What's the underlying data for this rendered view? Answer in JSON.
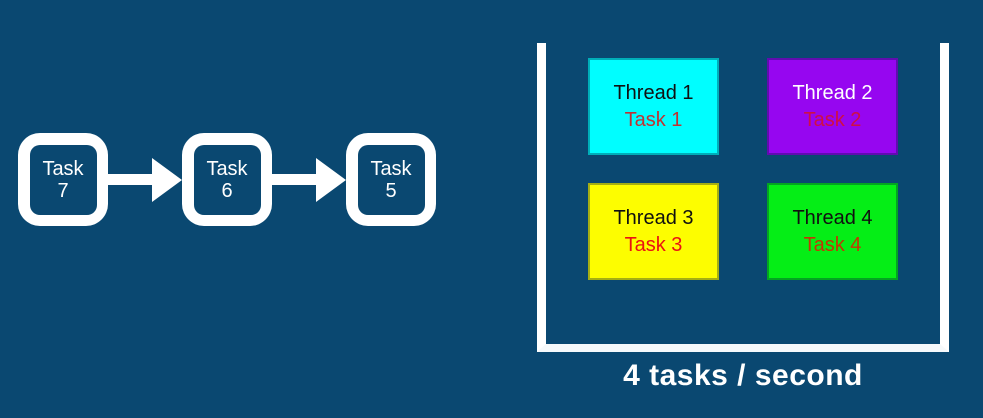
{
  "colors": {
    "background": "#0a4871",
    "shape_white": "#ffffff"
  },
  "queue": {
    "items": [
      {
        "label": "Task",
        "number": "7"
      },
      {
        "label": "Task",
        "number": "6"
      },
      {
        "label": "Task",
        "number": "5"
      }
    ]
  },
  "threads": [
    {
      "name": "Thread 1",
      "task": "Task 1",
      "bg": "#00feff",
      "name_color": "#101010",
      "task_color": "#bf3333"
    },
    {
      "name": "Thread 2",
      "task": "Task 2",
      "bg": "#9606f0",
      "name_color": "#ffffff",
      "task_color": "#cf0f45"
    },
    {
      "name": "Thread 3",
      "task": "Task 3",
      "bg": "#fdfd00",
      "name_color": "#101010",
      "task_color": "#ea1212"
    },
    {
      "name": "Thread 4",
      "task": "Task 4",
      "bg": "#05ee16",
      "name_color": "#101010",
      "task_color": "#c23804"
    }
  ],
  "caption": "4 tasks / second"
}
